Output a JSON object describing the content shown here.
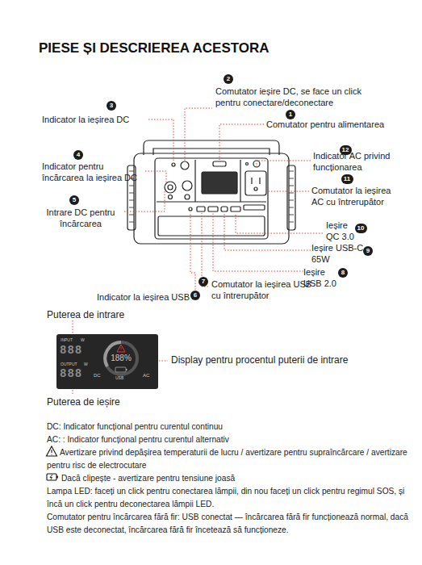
{
  "diagram": {
    "title": "PIESE ȘI DESCRIEREA ACESTORA",
    "labels": [
      "2",
      "Comutator ieșire DC, se face un click pentru conectare/deconectare",
      "3",
      "Indicator la ieșirea DC",
      "1",
      "Comutator pentru alimentarea",
      "4",
      "Indicator pentru încărcarea la ieșirea DC",
      "12",
      "Indicator AC privind funcționarea",
      "11",
      "Comutator la ieșirea AC cu întrerupător",
      "5",
      "Intrare DC pentru încărcarea",
      "10",
      "Ieșire QC 3.0",
      "9",
      "Ieșire USB-C 65W",
      "8",
      "Ieșire USB 2.0",
      "7",
      "Comutator la ieșirea USB cu întrerupător",
      "6",
      "Indicator la ieșirea USB",
      "Puterea de intrare",
      "INPUT",
      "W",
      "888",
      "OUTPUT",
      "W",
      "888",
      "188%",
      "DC",
      "USB",
      "AC",
      "Display pentru procentul puterii de intrare",
      "Puterea de ieșire",
      "DC: Indicator funcțional pentru curentul continuu",
      "AC: : Indicator funcțional pentru curentul alternativ",
      "Avertizare privind depășirea temperaturii de lucru / avertizare pentru supraîncărcare / avertizare pentru risc de electrocutare",
      "Dacă clipește - avertizare pentru tensiune joasă",
      "Lampa LED: faceți un click pentru conectarea lămpii, din nou faceți un click pentru regimul SOS, și încă un click pentru deconectarea lămpii LED.",
      "Comutator pentru încărcarea fără fir: USB conectat — încărcarea fără fir funcționează normal, dacă USB este deconectat, încărcarea fără fir încetează să funcționeze."
    ]
  }
}
